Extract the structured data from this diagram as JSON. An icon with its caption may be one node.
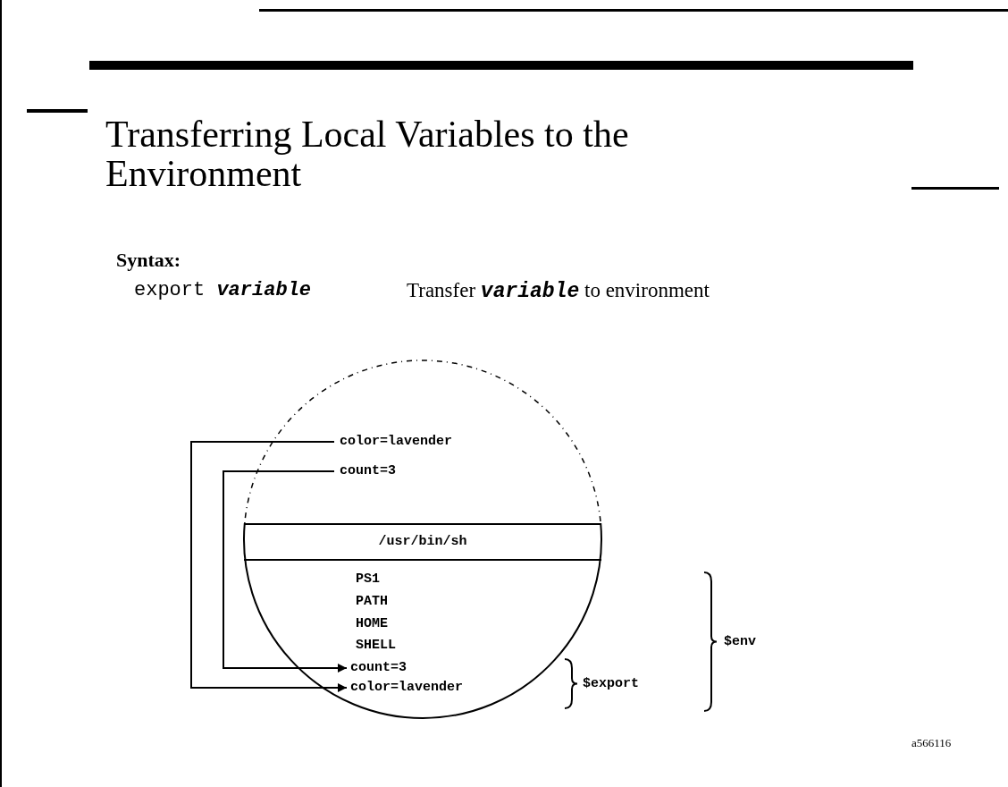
{
  "diagram": {
    "title": "Transferring Local Variables to the Environment",
    "nodes": [
      {
        "text": [],
        "shape": "circle"
      },
      {
        "text": [
          "color=lavender"
        ],
        "in": 0
      },
      {
        "text": [
          "count=3"
        ],
        "in": 0
      },
      {
        "text": [
          "/usr/bin/sh"
        ],
        "in": 0
      },
      {
        "text": [
          "count=3"
        ],
        "in": 0
      },
      {
        "text": [
          "color=lavender"
        ],
        "in": 0
      }
    ],
    "edges": [
      {
        "from": 2,
        "to": 4,
        "arrow": "to"
      },
      {
        "from": 1,
        "to": 5,
        "arrow": "to"
      }
    ],
    "labels": [
      "Syntax:",
      "export *variable*",
      "Transfer *variable* to environment",
      "PS1",
      "PATH",
      "HOME",
      "SHELL",
      "$env",
      "$export",
      "a566116"
    ]
  }
}
